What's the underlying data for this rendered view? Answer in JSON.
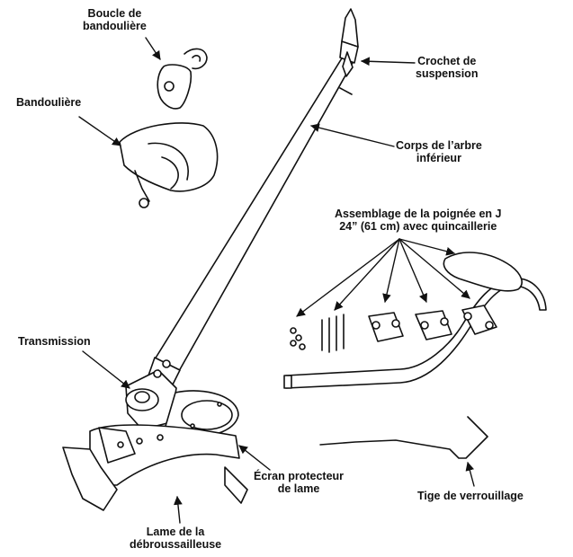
{
  "labels": {
    "buckle": [
      "Boucle de",
      "bandoulière"
    ],
    "strap": [
      "Bandoulière"
    ],
    "hook": [
      "Crochet de",
      "suspension"
    ],
    "lower_shaft": [
      "Corps de l’arbre",
      "inférieur"
    ],
    "j_handle": [
      "Assemblage de la poignée en J",
      "24” (61 cm) avec quincaillerie"
    ],
    "transmission": [
      "Transmission"
    ],
    "guard": [
      "Écran protecteur",
      "de lame"
    ],
    "blade": [
      "Lame de la",
      "débroussailleuse"
    ],
    "lock_rod": [
      "Tige de verrouillage"
    ]
  },
  "colors": {
    "line": "#111111",
    "label": "#111111",
    "background": "#ffffff"
  }
}
